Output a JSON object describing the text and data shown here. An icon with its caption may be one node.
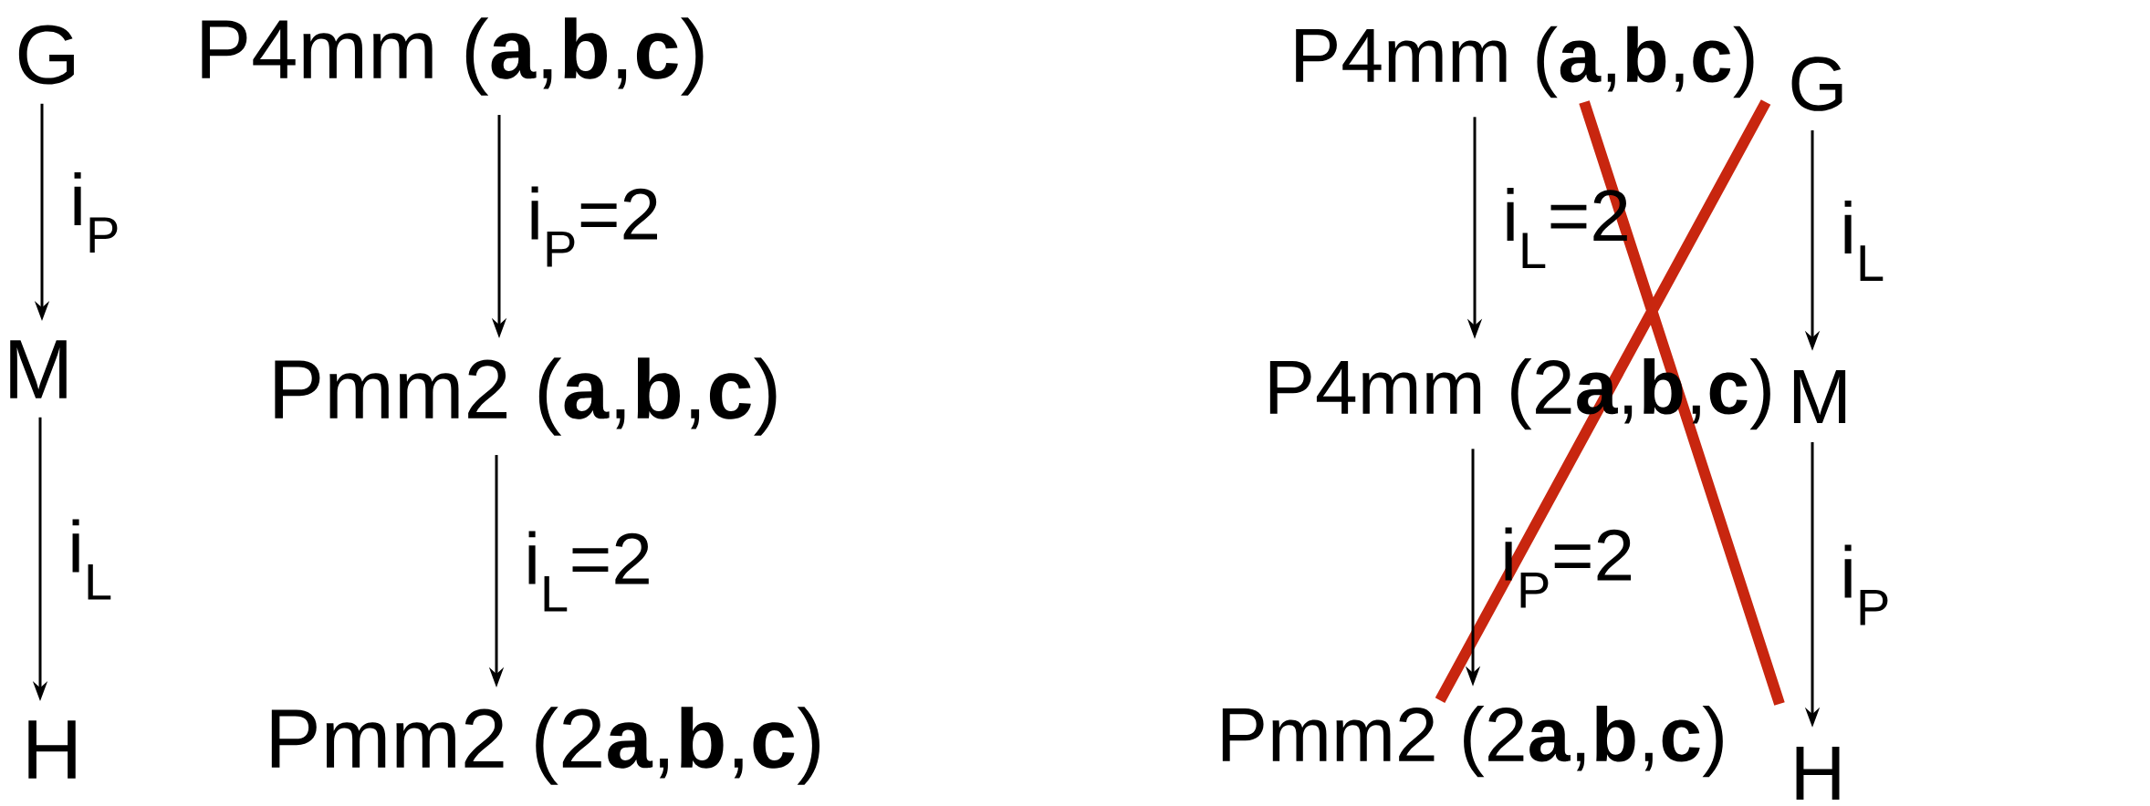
{
  "diagram": {
    "nodes": [
      {
        "text": [
          "G"
        ]
      },
      {
        "text": [
          "M"
        ]
      },
      {
        "text": [
          "H"
        ]
      },
      {
        "text": [
          "P4mm (**a**,**b**,**c**)"
        ]
      },
      {
        "text": [
          "Pmm2 (**a**,**b**,**c**)"
        ]
      },
      {
        "text": [
          "Pmm2 (2**a**,**b**,**c**)"
        ]
      },
      {
        "text": [
          "P4mm (**a**,**b**,**c**)"
        ]
      },
      {
        "text": [
          "P4mm (2**a**,**b**,**c**)"
        ]
      },
      {
        "text": [
          "Pmm2 (2**a**,**b**,**c**)"
        ]
      },
      {
        "text": [
          "G"
        ]
      },
      {
        "text": [
          "M"
        ]
      },
      {
        "text": [
          "H"
        ]
      }
    ],
    "edges": [
      {
        "from": 0,
        "to": 1,
        "arrow": "to",
        "label": "i$_{P}$"
      },
      {
        "from": 1,
        "to": 2,
        "arrow": "to",
        "label": "i$_{L}$"
      },
      {
        "from": 3,
        "to": 4,
        "arrow": "to",
        "label": "i$_{P}$=2"
      },
      {
        "from": 4,
        "to": 5,
        "arrow": "to",
        "label": "i$_{L}$=2"
      },
      {
        "from": 6,
        "to": 7,
        "arrow": "to",
        "label": "i$_{L}$=2"
      },
      {
        "from": 7,
        "to": 8,
        "arrow": "to",
        "label": "i$_{P}$=2"
      },
      {
        "from": 9,
        "to": 10,
        "arrow": "to",
        "label": "i$_{L}$"
      },
      {
        "from": 10,
        "to": 11,
        "arrow": "to",
        "label": "i$_{P}$"
      }
    ]
  }
}
